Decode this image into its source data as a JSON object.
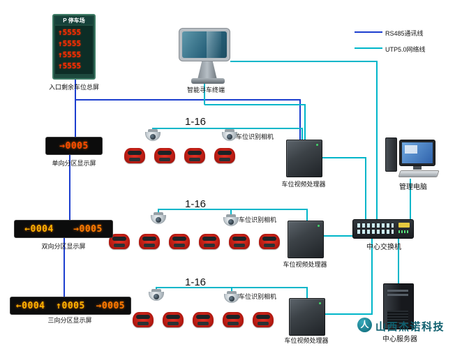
{
  "legend": {
    "items": [
      {
        "label": "RS485通讯线",
        "color": "#1c3ecf"
      },
      {
        "label": "UTP5.0网络线",
        "color": "#00b6c9"
      }
    ]
  },
  "entrance_sign": {
    "header": "P 停车场",
    "rows": [
      "↑5555",
      "↑5555",
      "↑5555",
      "↑5555"
    ],
    "led_color": "#ff2a00",
    "label": "入口剩余车位总屏"
  },
  "kiosk": {
    "label": "智能寻车终端"
  },
  "zones": [
    {
      "range": "1-16",
      "camera_label": "车位识别相机",
      "processor_label": "车位视频处理器",
      "car_count": 4,
      "display": {
        "label": "单向分区显示屏",
        "segments": [
          {
            "text": "→0005",
            "color": "#ff4a00"
          }
        ]
      }
    },
    {
      "range": "1-16",
      "camera_label": "车位识别相机",
      "processor_label": "车位视频处理器",
      "car_count": 6,
      "display": {
        "label": "双向分区显示屏",
        "segments": [
          {
            "text": "←0004",
            "color": "#ffb400"
          },
          {
            "text": "→0005",
            "color": "#ff7a00"
          }
        ]
      }
    },
    {
      "range": "1-16",
      "camera_label": "车位识别相机",
      "processor_label": "车位视频处理器",
      "car_count": 5,
      "display": {
        "label": "三向分区显示屏",
        "segments": [
          {
            "text": "←0004",
            "color": "#ffb400"
          },
          {
            "text": "↑0005",
            "color": "#ffb400"
          },
          {
            "text": "→0005",
            "color": "#ff7a00"
          }
        ]
      }
    }
  ],
  "management_pc": {
    "label": "管理电脑"
  },
  "core_switch": {
    "label": "中心交换机"
  },
  "core_server": {
    "label": "中心服务器"
  },
  "watermark": {
    "text": "山西杰诺科技",
    "logo_glyph": "人"
  }
}
